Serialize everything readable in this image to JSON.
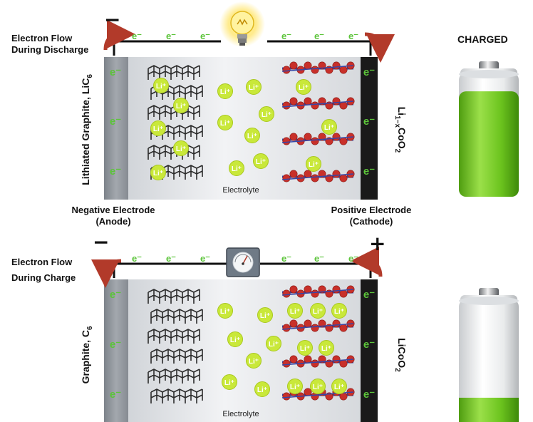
{
  "colors": {
    "electron_green": "#5cc43a",
    "lithium_ion": "#c9e83a",
    "battery_green": "#6cc41e",
    "arrow_red": "#b23a2a",
    "cathode_red": "#c8302a",
    "cathode_blue": "#3646a6",
    "anode_gray": "#8f959c",
    "cathode_black": "#1a1a1a",
    "graphite_dark": "#2b2b2b"
  },
  "symbols": {
    "electron": "e⁻",
    "lithium_ion": "Li⁺"
  },
  "discharge": {
    "flow_label_line1": "Electron Flow",
    "flow_label_line2": "During Discharge",
    "negative_sign": "−",
    "anode_material_base": "Lithiated Graphite, LiC",
    "anode_material_sub": "6",
    "cathode_material_base": "Li",
    "cathode_material_sub1": "1−x",
    "cathode_material_mid": "CoO",
    "cathode_material_sub2": "2",
    "electrolyte_label": "Electrolyte",
    "load_icon": "light-bulb-icon",
    "battery_label": "CHARGED",
    "battery_level": 0.85
  },
  "electrode_labels": {
    "negative_line1": "Negative Electrode",
    "negative_line2": "(Anode)",
    "positive_line1": "Positive Electrode",
    "positive_line2": "(Cathode)"
  },
  "charge": {
    "flow_label_line1": "Electron Flow",
    "flow_label_line2": "During Charge",
    "negative_sign": "−",
    "positive_sign": "+",
    "anode_material_base": "Graphite, C",
    "anode_material_sub": "6",
    "cathode_material_base": "LiCoO",
    "cathode_material_sub": "2",
    "electrolyte_label": "Electrolyte",
    "meter_icon": "voltmeter-icon",
    "battery_level": 0.06
  }
}
